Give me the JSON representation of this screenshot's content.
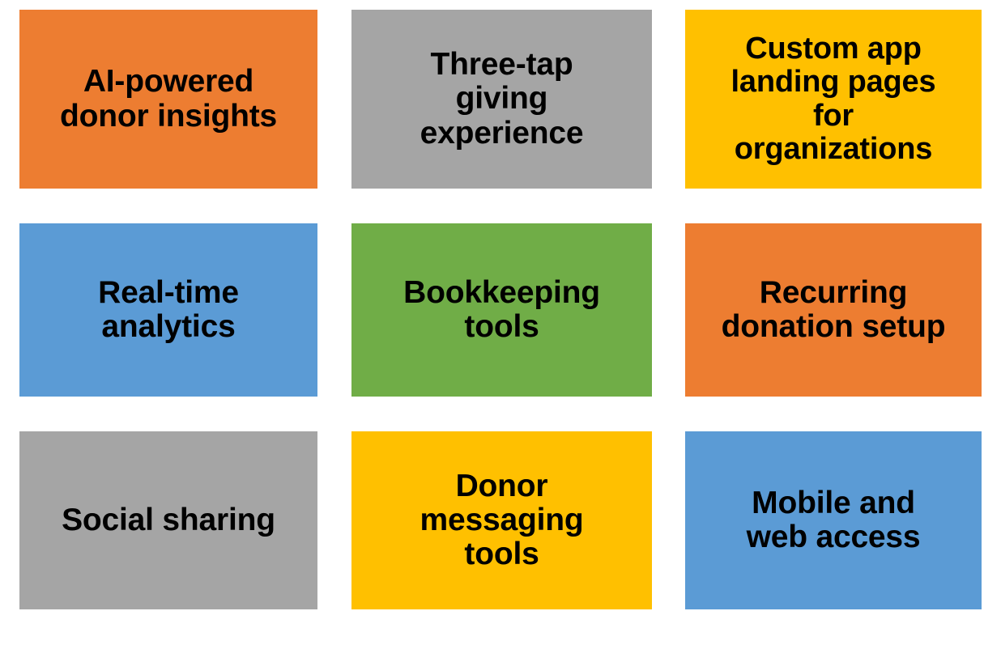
{
  "diagram": {
    "type": "grid-of-tiles",
    "columns": 3,
    "rows": 3,
    "background_color": "#FFFFFF",
    "text_color": "#000000",
    "palette": {
      "orange": "#ED7D31",
      "gray": "#A5A5A5",
      "yellow": "#FFC000",
      "blue": "#5B9BD5",
      "green": "#70AD47"
    },
    "tiles": [
      {
        "id": "ai-powered-donor-insights",
        "label": "AI-powered\ndonor insights",
        "color": "#ED7D31",
        "color_name": "orange",
        "row": 0,
        "col": 0,
        "lines": 2
      },
      {
        "id": "three-tap-giving-experience",
        "label": "Three-tap\ngiving\nexperience",
        "color": "#A5A5A5",
        "color_name": "gray",
        "row": 0,
        "col": 1,
        "lines": 3
      },
      {
        "id": "custom-app-landing-pages-for-organizations",
        "label": "Custom app\nlanding pages\nfor\norganizations",
        "color": "#FFC000",
        "color_name": "yellow",
        "row": 0,
        "col": 2,
        "lines": 4
      },
      {
        "id": "real-time-analytics",
        "label": "Real-time\nanalytics",
        "color": "#5B9BD5",
        "color_name": "blue",
        "row": 1,
        "col": 0,
        "lines": 2
      },
      {
        "id": "bookkeeping-tools",
        "label": "Bookkeeping\ntools",
        "color": "#70AD47",
        "color_name": "green",
        "row": 1,
        "col": 1,
        "lines": 2
      },
      {
        "id": "recurring-donation-setup",
        "label": "Recurring\ndonation setup",
        "color": "#ED7D31",
        "color_name": "orange",
        "row": 1,
        "col": 2,
        "lines": 2
      },
      {
        "id": "social-sharing",
        "label": "Social sharing",
        "color": "#A5A5A5",
        "color_name": "gray",
        "row": 2,
        "col": 0,
        "lines": 1
      },
      {
        "id": "donor-messaging-tools",
        "label": "Donor\nmessaging\ntools",
        "color": "#FFC000",
        "color_name": "yellow",
        "row": 2,
        "col": 1,
        "lines": 3
      },
      {
        "id": "mobile-and-web-access",
        "label": "Mobile and\nweb access",
        "color": "#5B9BD5",
        "color_name": "blue",
        "row": 2,
        "col": 2,
        "lines": 2
      }
    ]
  }
}
